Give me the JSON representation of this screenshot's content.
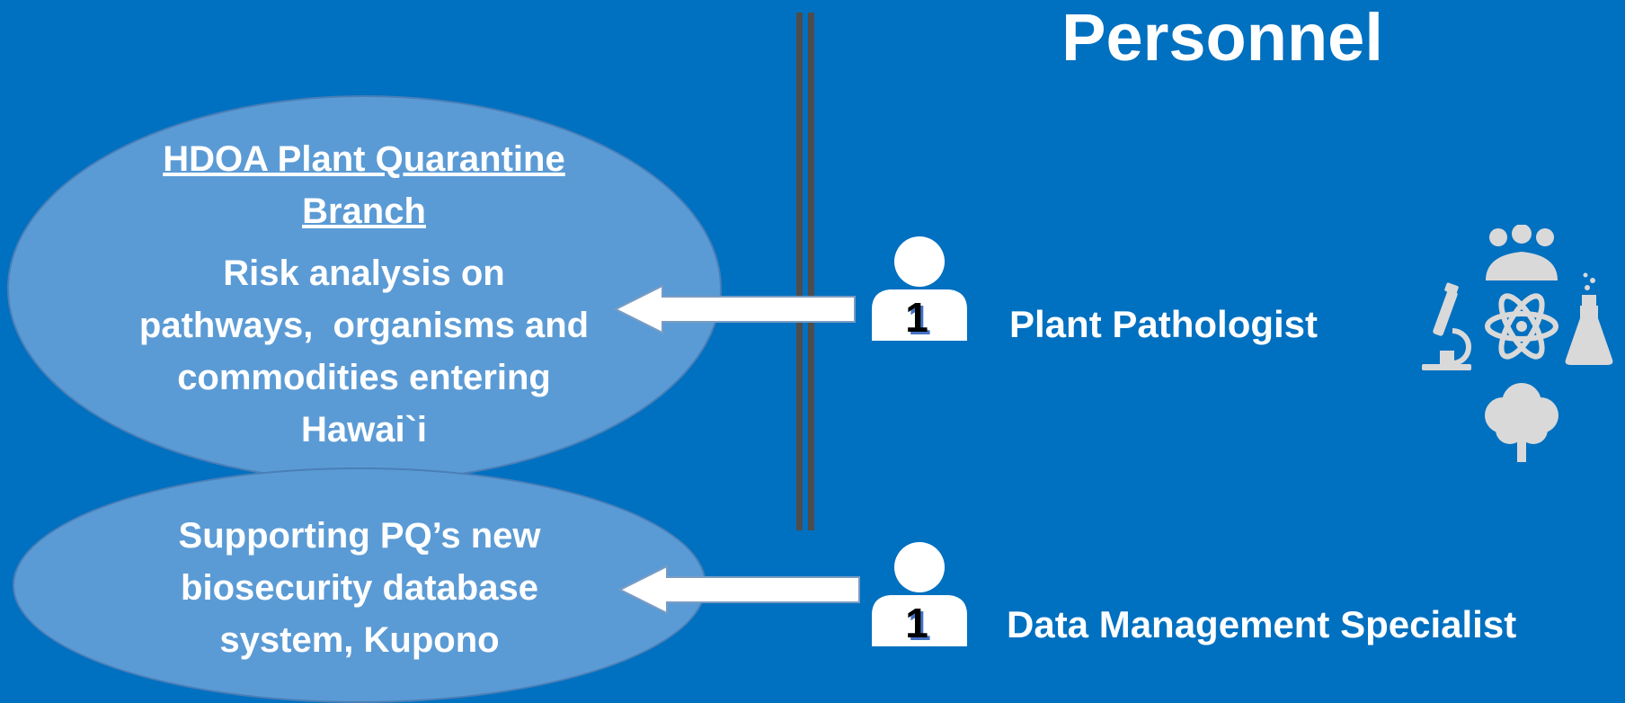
{
  "title": "Personnel",
  "left_blocks": [
    {
      "heading_lines": [
        "HDOA Plant Quarantine",
        "Branch"
      ],
      "body_lines": [
        "Risk analysis on",
        "pathways,  organisms and",
        "commodities entering",
        "Hawai`i"
      ]
    },
    {
      "body_lines": [
        "Supporting PQ’s new",
        "biosecurity database",
        "system, Kupono"
      ]
    }
  ],
  "roles": [
    {
      "label": "Plant Pathologist",
      "count": "1",
      "icon": "person-icon"
    },
    {
      "label": "Data Management Specialist",
      "count": "1",
      "icon": "person-icon"
    }
  ],
  "science_icons": [
    "team-icon",
    "microscope-icon",
    "atom-icon",
    "flask-icon",
    "tree-icon"
  ],
  "colors": {
    "background": "#0070c0",
    "ellipse_fill": "#5b9bd5",
    "divider": "#4d4d4d",
    "icon_gray": "#d9d9d9"
  }
}
